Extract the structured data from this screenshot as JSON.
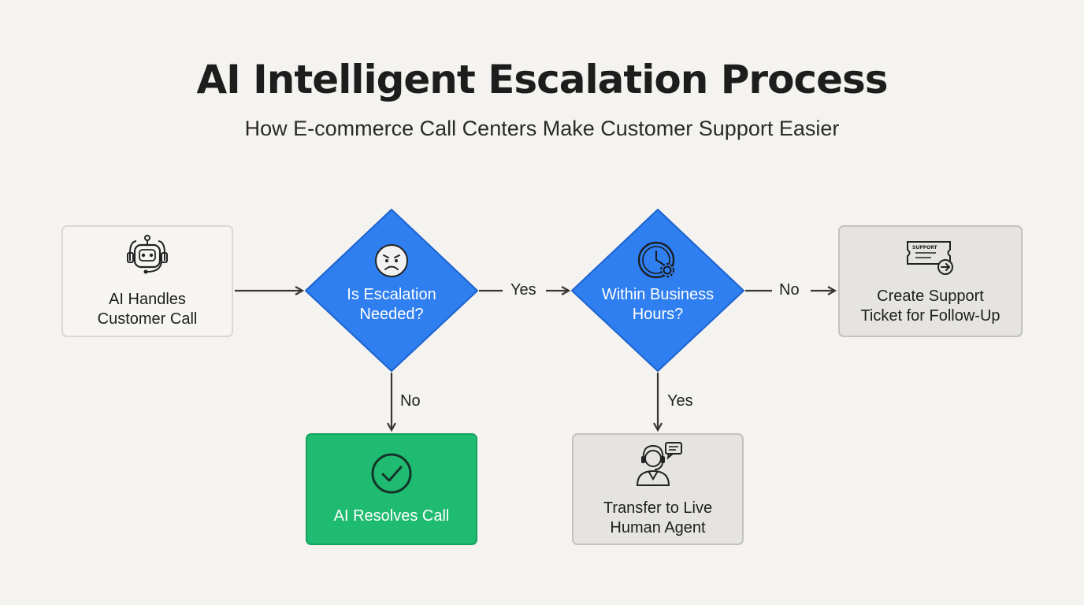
{
  "header": {
    "title": "AI Intelligent Escalation Process",
    "subtitle": "How E-commerce Call Centers Make Customer Support Easier"
  },
  "nodes": {
    "start": {
      "line1": "AI Handles",
      "line2": "Customer Call",
      "icon": "robot-headset-icon"
    },
    "decision_escalation": {
      "line1": "Is Escalation",
      "line2": "Needed?",
      "icon": "frowning-face-icon"
    },
    "decision_hours": {
      "line1": "Within Business",
      "line2": "Hours?",
      "icon": "clock-gear-icon"
    },
    "ticket": {
      "line1": "Create Support",
      "line2": "Ticket for Follow-Up",
      "icon": "support-ticket-icon",
      "ticket_text": "SUPPORT"
    },
    "resolve": {
      "line1": "AI Resolves Call",
      "icon": "checkmark-circle-icon"
    },
    "transfer": {
      "line1": "Transfer to Live",
      "line2": "Human Agent",
      "icon": "headset-agent-icon"
    }
  },
  "edges": {
    "escalation_yes": "Yes",
    "escalation_no": "No",
    "hours_no": "No",
    "hours_yes": "Yes"
  },
  "colors": {
    "background": "#f4f3ef",
    "decision_blue": "#2f7ff0",
    "resolve_green": "#1fbb70",
    "arrow": "#3a3530"
  }
}
